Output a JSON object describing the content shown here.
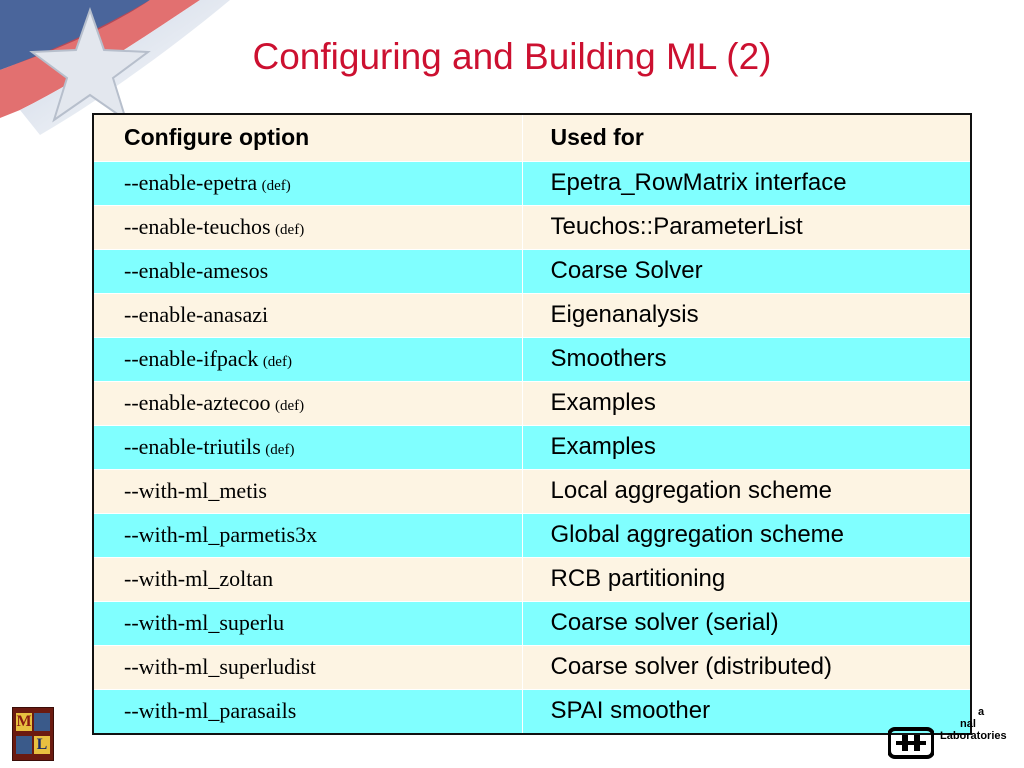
{
  "title": "Configuring and Building ML (2)",
  "table": {
    "headers": [
      "Configure option",
      "Used for"
    ],
    "rows": [
      {
        "option": "--enable-epetra",
        "def": "(def)",
        "used_for": "Epetra_RowMatrix interface"
      },
      {
        "option": "--enable-teuchos",
        "def": "(def)",
        "used_for": "Teuchos::ParameterList"
      },
      {
        "option": "--enable-amesos",
        "def": "",
        "used_for": "Coarse Solver"
      },
      {
        "option": "--enable-anasazi",
        "def": "",
        "used_for": "Eigenanalysis"
      },
      {
        "option": "--enable-ifpack",
        "def": "(def)",
        "used_for": "Smoothers"
      },
      {
        "option": "--enable-aztecoo",
        "def": "(def)",
        "used_for": "Examples"
      },
      {
        "option": "--enable-triutils",
        "def": "(def)",
        "used_for": "Examples"
      },
      {
        "option": "--with-ml_metis",
        "def": "",
        "used_for": "Local aggregation scheme"
      },
      {
        "option": "--with-ml_parmetis3x",
        "def": "",
        "used_for": "Global aggregation scheme"
      },
      {
        "option": "--with-ml_zoltan",
        "def": "",
        "used_for": "RCB partitioning"
      },
      {
        "option": "--with-ml_superlu",
        "def": "",
        "used_for": "Coarse solver (serial)"
      },
      {
        "option": "--with-ml_superludist",
        "def": "",
        "used_for": "Coarse solver (distributed)"
      },
      {
        "option": "--with-ml_parasails",
        "def": "",
        "used_for": "SPAI smoother"
      }
    ]
  },
  "logos": {
    "ml_logo_letters": [
      "M",
      "L"
    ],
    "sandia_text": [
      "a",
      "nal",
      "Laboratories"
    ]
  },
  "colors": {
    "title": "#cc1030",
    "row_light": "#fdf4e3",
    "row_cyan": "#80ffff"
  }
}
